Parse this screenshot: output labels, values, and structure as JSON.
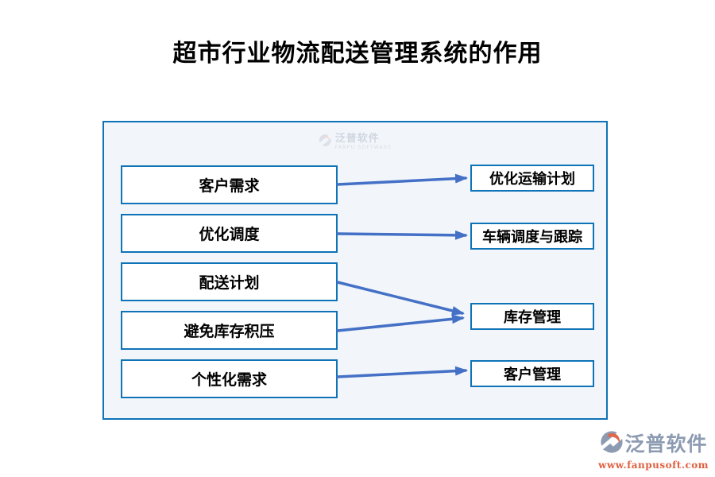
{
  "page": {
    "title": "超市行业物流配送管理系统的作用"
  },
  "watermark": {
    "brand": "泛普软件",
    "brand_en": "FANPU SOFTWARE"
  },
  "diagram": {
    "left_boxes": [
      {
        "label": "客户需求"
      },
      {
        "label": "优化调度"
      },
      {
        "label": "配送计划"
      },
      {
        "label": "避免库存积压"
      },
      {
        "label": "个性化需求"
      }
    ],
    "right_boxes": [
      {
        "label": "优化运输计划"
      },
      {
        "label": "车辆调度与跟踪"
      },
      {
        "label": "库存管理"
      },
      {
        "label": "客户管理"
      }
    ],
    "connections": [
      {
        "from": "客户需求",
        "to": "优化运输计划"
      },
      {
        "from": "优化调度",
        "to": "车辆调度与跟踪"
      },
      {
        "from": "配送计划",
        "to": "库存管理"
      },
      {
        "from": "避免库存积压",
        "to": "库存管理"
      },
      {
        "from": "个性化需求",
        "to": "客户管理"
      }
    ]
  },
  "footer": {
    "brand": "泛普软件",
    "website": "www.fanpusoft.com"
  },
  "colors": {
    "panel_border": "#0f73b7",
    "box_border": "#0f73b7",
    "panel_background": "#f2f6fb",
    "arrow_blue": "#4470c6",
    "logo_slate": "#8d9bb2",
    "logo_orange": "#e0674b",
    "website_red": "#e05f3f"
  }
}
